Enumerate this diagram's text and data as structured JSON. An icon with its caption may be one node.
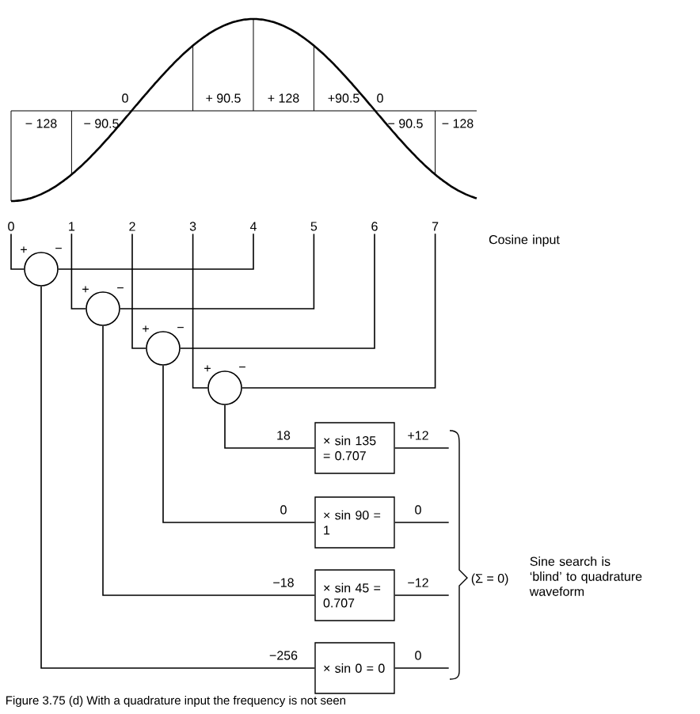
{
  "diagram": {
    "caption": "Figure 3.75   (d) With a quadrature input the frequency is not seen",
    "nodes": [
      {
        "text": [
          "0"
        ]
      },
      {
        "text": [
          "1"
        ]
      },
      {
        "text": [
          "2"
        ]
      },
      {
        "text": [
          "3"
        ]
      },
      {
        "text": [
          "4"
        ]
      },
      {
        "text": [
          "5"
        ]
      },
      {
        "text": [
          "6"
        ]
      },
      {
        "text": [
          "7"
        ]
      },
      {
        "text": [],
        "shape": "circle"
      },
      {
        "text": [],
        "shape": "circle"
      },
      {
        "text": [],
        "shape": "circle"
      },
      {
        "text": [],
        "shape": "circle"
      },
      {
        "text": [
          "× sin 135 = 0.707"
        ]
      },
      {
        "text": [
          "× sin 90 = 1"
        ]
      },
      {
        "text": [
          "× sin 45 = 0.707"
        ]
      },
      {
        "text": [
          "× sin 0 = 0"
        ]
      }
    ],
    "edges": [
      {
        "from": 0,
        "to": 8,
        "arrow": "none"
      },
      {
        "from": 4,
        "to": 8,
        "arrow": "none"
      },
      {
        "from": 1,
        "to": 9,
        "arrow": "none"
      },
      {
        "from": 5,
        "to": 9,
        "arrow": "none"
      },
      {
        "from": 2,
        "to": 10,
        "arrow": "none"
      },
      {
        "from": 6,
        "to": 10,
        "arrow": "none"
      },
      {
        "from": 3,
        "to": 11,
        "arrow": "none"
      },
      {
        "from": 7,
        "to": 11,
        "arrow": "none"
      },
      {
        "from": 11,
        "to": 12,
        "arrow": "none",
        "label": "18"
      },
      {
        "from": 10,
        "to": 13,
        "arrow": "none",
        "label": "0"
      },
      {
        "from": 9,
        "to": 14,
        "arrow": "none",
        "label": "−18"
      },
      {
        "from": 8,
        "to": 15,
        "arrow": "none",
        "label": "−256"
      },
      {
        "from": 12,
        "to": null,
        "arrow": "none",
        "label": "+12"
      },
      {
        "from": 13,
        "to": null,
        "arrow": "none",
        "label": "0"
      },
      {
        "from": 14,
        "to": null,
        "arrow": "none",
        "label": "−12"
      },
      {
        "from": 15,
        "to": null,
        "arrow": "none",
        "label": "0"
      }
    ],
    "labels": [
      "0",
      "+ 90.5",
      "+ 128",
      "+90.5",
      "0",
      "− 128",
      "− 90.5",
      "− 90.5",
      "− 128",
      "Cosine input",
      "+",
      "−",
      "+",
      "−",
      "+",
      "−",
      "+",
      "−",
      "(Σ = 0)",
      "Sine search is ‘blind’ to quadrature waveform"
    ]
  }
}
